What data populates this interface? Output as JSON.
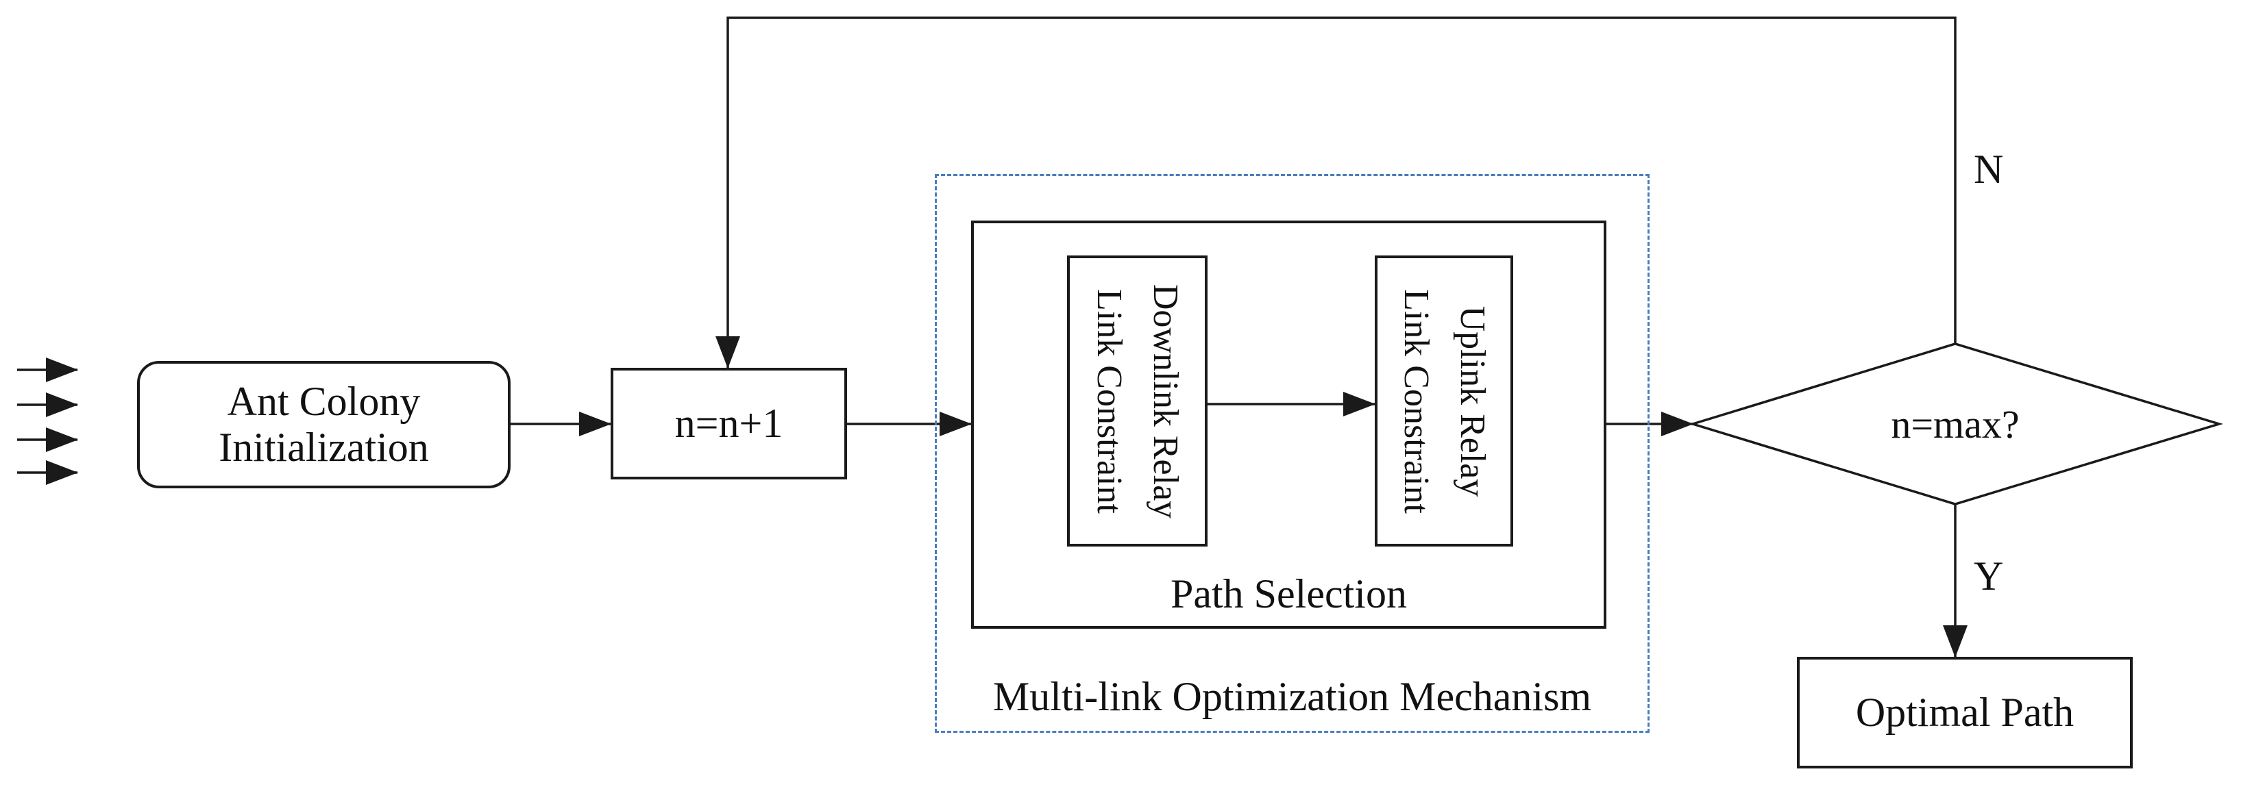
{
  "diagram": {
    "nodes": {
      "ant_colony": {
        "line1": "Ant Colony",
        "line2": "Initialization"
      },
      "increment": {
        "label": "n=n+1"
      },
      "downlink_constraint": {
        "line1": "Downlink Relay",
        "line2": "Link Constraint"
      },
      "uplink_constraint": {
        "line1": "Uplink Relay",
        "line2": "Link Constraint"
      },
      "path_selection": {
        "label": "Path Selection"
      },
      "mechanism": {
        "label": "Multi-link Optimization Mechanism"
      },
      "decision": {
        "label": "n=max?"
      },
      "optimal_path": {
        "label": "Optimal Path"
      }
    },
    "branch_labels": {
      "no": "N",
      "yes": "Y"
    },
    "colors": {
      "line-color": "#1a1a1a",
      "dash-color": "#4a7ebb",
      "bg-color": "#ffffff"
    }
  }
}
